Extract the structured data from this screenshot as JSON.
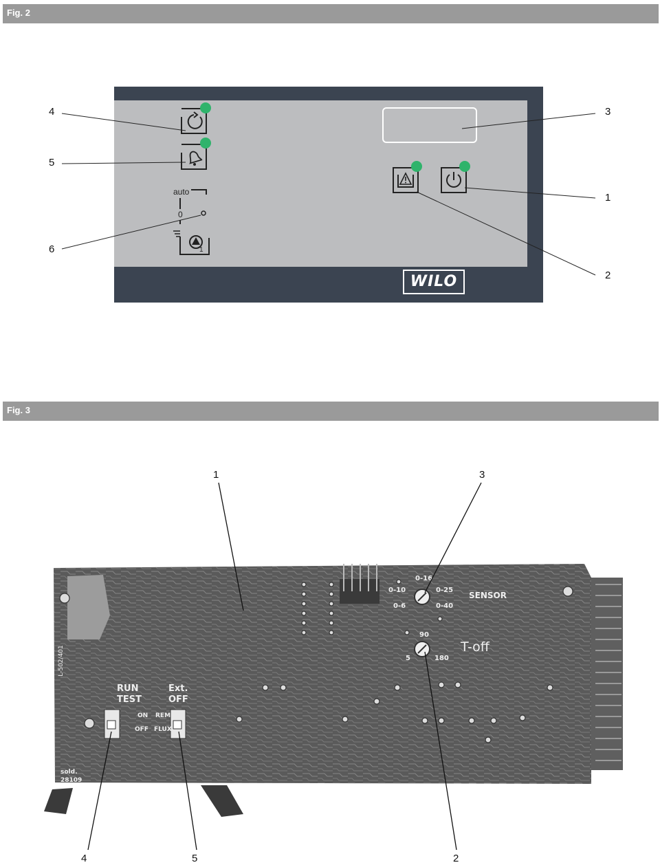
{
  "fig2": {
    "title": "Fig. 2",
    "callouts": [
      "4",
      "5",
      "6",
      "3",
      "1",
      "2"
    ],
    "switch_labels": {
      "auto": "auto",
      "zero": "0",
      "one": "1"
    },
    "logo": "WILO",
    "led_color": "#2fb36b",
    "panel_color": "#3b4451",
    "face_color": "#bcbdbf"
  },
  "fig3": {
    "title": "Fig. 3",
    "callouts_top": [
      "1",
      "3"
    ],
    "callouts_bottom": [
      "4",
      "5",
      "2"
    ],
    "board_labels": {
      "run": "RUN",
      "test": "TEST",
      "ext": "Ext.",
      "off": "OFF",
      "on_small": "ON",
      "off_small": "OFF",
      "rem": "REM",
      "flux": "FLUX",
      "sensor": "SENSOR",
      "range_16": "0-16",
      "range_10": "0-10",
      "range_25": "0-25",
      "range_6": "0-6",
      "range_40": "0-40",
      "t90": "90",
      "t5": "5",
      "t180": "180",
      "toff": "T-off",
      "side_code": "L-502/401",
      "sold": "sold.",
      "sold_code": "28109"
    }
  }
}
